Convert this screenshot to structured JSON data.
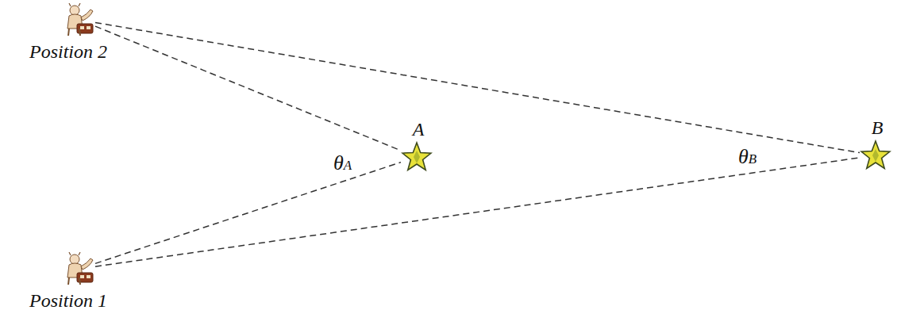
{
  "diagram": {
    "nodes": [
      {
        "text": [
          "Position 2"
        ]
      },
      {
        "text": [
          "A"
        ]
      },
      {
        "text": [
          "B"
        ]
      },
      {
        "text": [
          "Position 1"
        ]
      }
    ],
    "edges": [
      {
        "from": 0,
        "to": 1,
        "arrow": "none"
      },
      {
        "from": 0,
        "to": 2,
        "arrow": "none"
      },
      {
        "from": 3,
        "to": 1,
        "arrow": "none"
      },
      {
        "from": 3,
        "to": 2,
        "arrow": "none"
      }
    ],
    "labels": [
      "θA",
      "θB"
    ]
  }
}
